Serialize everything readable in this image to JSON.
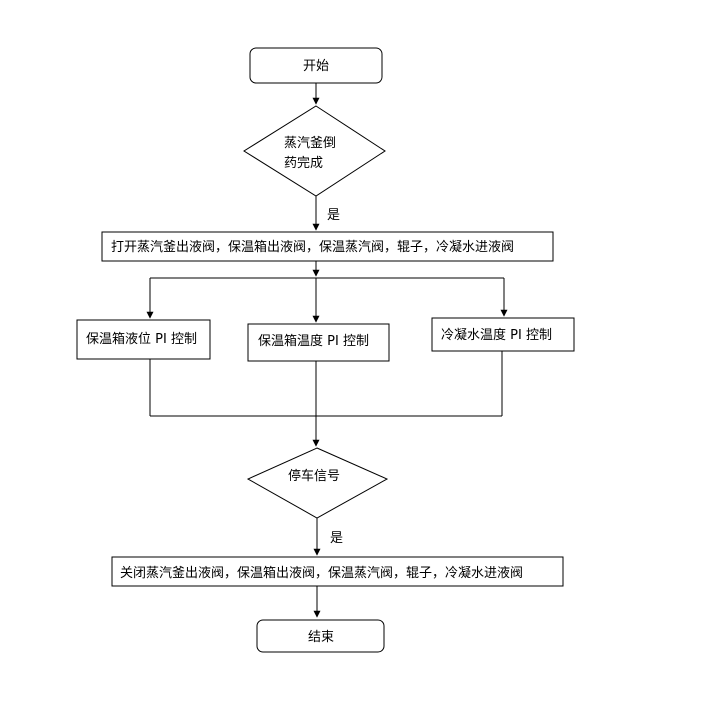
{
  "start": "开始",
  "decision_steam": {
    "line1": "蒸汽釜倒",
    "line2": "药完成"
  },
  "yes_label_1": "是",
  "open_valves": "打开蒸汽釜出液阀，保温箱出液阀，保温蒸汽阀，辊子，冷凝水进液阀",
  "control_level": "保温箱液位 PI 控制",
  "control_temp": "保温箱温度 PI 控制",
  "control_cond_temp": "冷凝水温度 PI 控制",
  "decision_stop": "停车信号",
  "yes_label_2": "是",
  "close_valves": "关闭蒸汽釜出液阀，保温箱出液阀，保温蒸汽阀，辊子，冷凝水进液阀",
  "end": "结束"
}
